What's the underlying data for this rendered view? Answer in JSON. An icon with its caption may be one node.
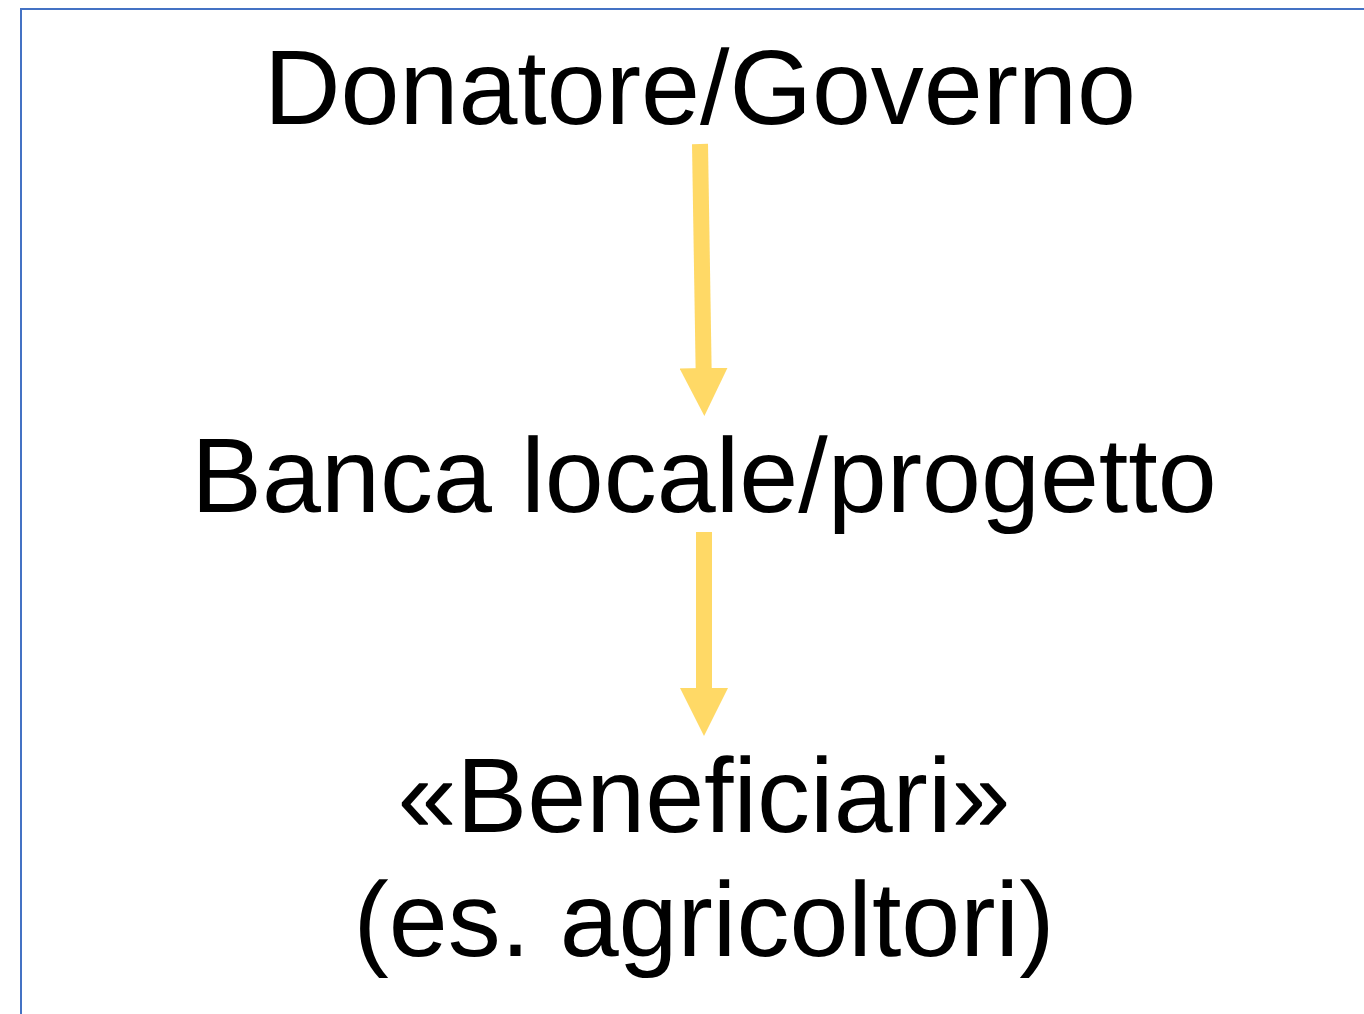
{
  "diagram": {
    "nodes": [
      {
        "text": [
          "Donatore/Governo"
        ]
      },
      {
        "text": [
          "Banca locale/progetto"
        ]
      },
      {
        "text": [
          "«Beneficiari» (es. agricoltori)"
        ]
      }
    ],
    "edges": [
      {
        "from": 0,
        "to": 1,
        "arrow": "to"
      },
      {
        "from": 1,
        "to": 2,
        "arrow": "to"
      }
    ]
  }
}
